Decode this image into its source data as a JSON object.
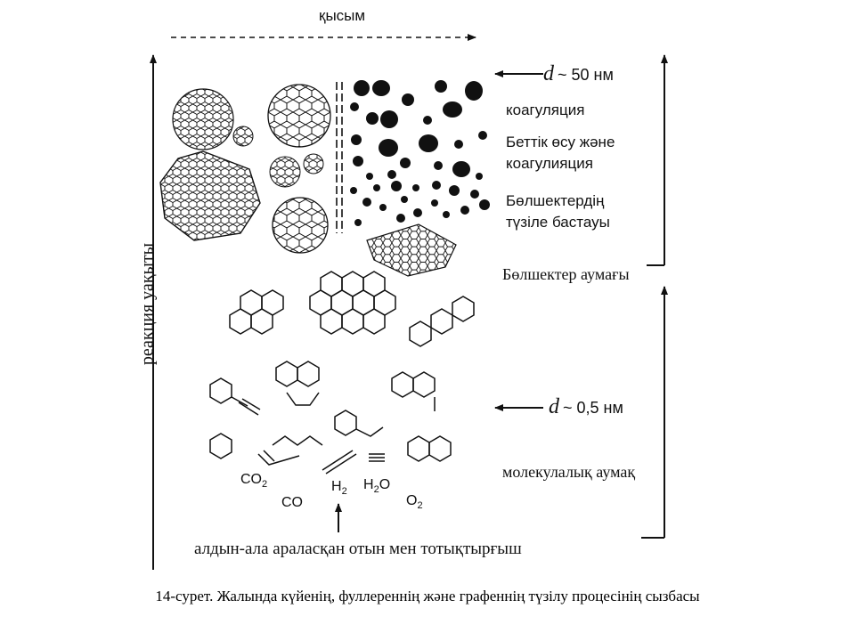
{
  "diagram": {
    "pressure_label": "қысым",
    "time_axis_label": "реакция уақыты",
    "scale_top": {
      "symbol": "d",
      "value": "~ 50 нм"
    },
    "scale_mid": {
      "symbol": "d",
      "value": "~ 0,5 нм"
    },
    "stages": {
      "coagulation": "коагуляция",
      "surface_growth_1": "Беттік өсу және",
      "surface_growth_2": "коагулияция",
      "inception_1": "Бөлшектердің",
      "inception_2": "түзіле бастауы",
      "particle_zone": "Бөлшектер аумағы",
      "molecular_zone": "молекулалық аумақ"
    },
    "fuel_label": "алдын-ала араласқан отын мен тотықтырғыш",
    "molecules": {
      "co2": "CO",
      "co2_sub": "2",
      "co": "CO",
      "h2": "H",
      "h2_sub": "2",
      "h2o_h": "H",
      "h2o_sub": "2",
      "h2o_o": "O",
      "o2": "O",
      "o2_sub": "2"
    },
    "colors": {
      "ink": "#111111"
    }
  },
  "caption": "14-сурет. Жалында күйенің, фуллереннің және графеннің түзілу процесінің сызбасы"
}
